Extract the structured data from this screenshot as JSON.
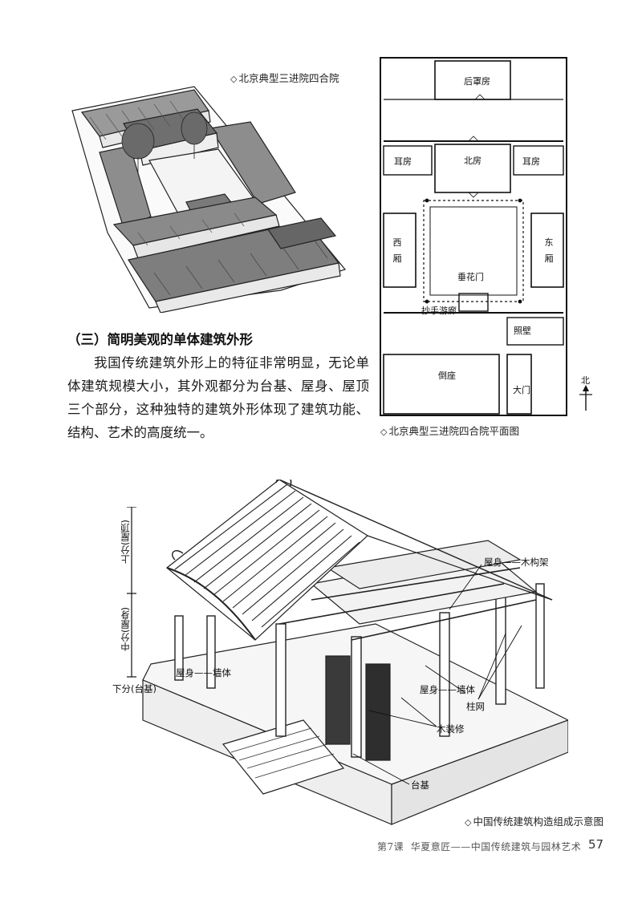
{
  "figures": {
    "courtyard_3d": {
      "caption": "北京典型三进院四合院"
    },
    "courtyard_plan": {
      "caption": "北京典型三进院四合院平面图",
      "labels": {
        "rear_house": "后罩房",
        "ear_house_left": "耳房",
        "north_house": "北房",
        "ear_house_right": "耳房",
        "west_wing": "西厢",
        "east_wing": "东厢",
        "hanging_gate": "垂花门",
        "corridor": "抄手游廊",
        "screen_wall": "照壁",
        "south_house": "倒座",
        "main_gate": "大门",
        "north": "北"
      }
    },
    "structure_diagram": {
      "caption": "中国传统建筑构造组成示意图",
      "labels": {
        "upper": "上分(屋顶)",
        "middle": "中分(屋身)",
        "lower": "下分(台基)",
        "wall_left": "屋身——墙体",
        "frame": "屋身——木构架",
        "wall_right": "屋身——墙体",
        "column_grid": "柱网",
        "wood_finish": "木装修",
        "platform": "台基"
      }
    }
  },
  "section": {
    "title": "（三）简明美观的单体建筑外形",
    "paragraph": "我国传统建筑外形上的特征非常明显，无论单体建筑规模大小，其外观都分为台基、屋身、屋顶三个部分，这种独特的建筑外形体现了建筑功能、结构、艺术的高度统一。"
  },
  "footer": {
    "lesson": "第7课",
    "lesson_title": "华夏意匠——中国传统建筑与园林艺术",
    "page_number": "57"
  },
  "icons": {
    "caption_marker": "diamond-icon",
    "north_arrow": "north-arrow-icon"
  }
}
